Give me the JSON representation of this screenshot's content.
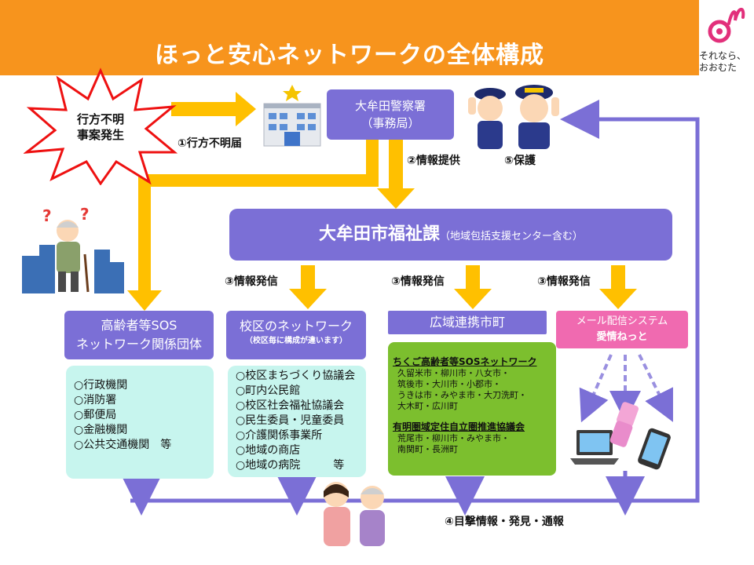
{
  "title": "ほっと安心ネットワークの全体構成",
  "logo": {
    "text_line1": "それなら、",
    "text_line2": "おおむた"
  },
  "incident": {
    "line1": "行方不明",
    "line2": "事案発生"
  },
  "step1": "①行方不明届",
  "police": {
    "line1": "大牟田警察署",
    "line2": "（事務局）"
  },
  "step2": "②情報提供",
  "step5": "⑤保護",
  "welfare": {
    "main": "大牟田市福祉課",
    "sub": "（地域包括支援センター含む）"
  },
  "step3_labels": [
    "③情報発信",
    "③情報発信",
    "③情報発信"
  ],
  "sos_org": {
    "line1": "高齢者等SOS",
    "line2": "ネットワーク関係団体",
    "items": [
      "○行政機関",
      "○消防署",
      "○郵便局",
      "○金融機関",
      "○公共交通機関　等"
    ]
  },
  "school": {
    "line1": "校区のネットワーク",
    "line2": "（校区毎に構成が違います）",
    "items": [
      "○校区まちづくり協議会",
      "○町内公民館",
      "○校区社会福祉協議会",
      "○民生委員・児童委員",
      "○介護関係事業所",
      "○地域の商店",
      "○地域の病院　　　等"
    ]
  },
  "regional": {
    "header": "広域連携市町",
    "group1_title": "ちくご高齢者等SOSネットワーク",
    "group1_lines": [
      "久留米市・柳川市・八女市・",
      "筑後市・大川市・小郡市・",
      "うきは市・みやま市・大刀洗町・",
      "大木町・広川町"
    ],
    "group2_title": "有明圏域定住自立圏推進協議会",
    "group2_lines": [
      "荒尾市・柳川市・みやま市・",
      "南関町・長洲町"
    ]
  },
  "mail": {
    "line1": "メール配信システム",
    "line2": "愛情ねっと"
  },
  "step4": "④目撃情報・発見・通報",
  "colors": {
    "orange": "#f7941d",
    "purple": "#7b6fd6",
    "yellow": "#ffc000",
    "green": "#7cbf2e",
    "mint": "#c7f5ee",
    "pink": "#f06ab0",
    "line": "#7b6fd6"
  }
}
